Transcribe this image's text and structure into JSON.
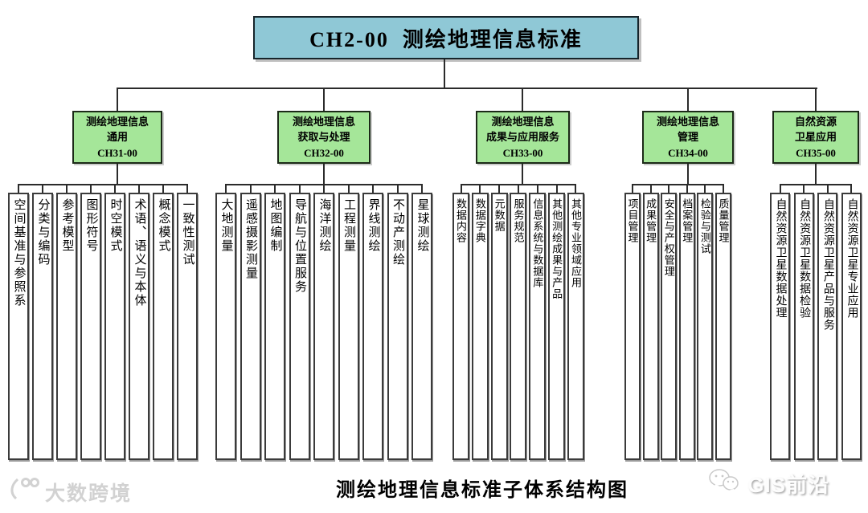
{
  "page": {
    "caption": "测绘地理信息标准子体系结构图",
    "background_color": "#ffffff",
    "root_color": "#8FC8D6",
    "group_color": "#A5E699"
  },
  "root": {
    "label": "CH2-00  测绘地理信息标准"
  },
  "groups": [
    {
      "code": "CH31-00",
      "title_lines": [
        "测绘地理信息",
        "通用",
        "CH31-00"
      ],
      "leaves": [
        "空间基准与参照系",
        "分类与编码",
        "参考模型",
        "图形符号",
        "时空模式",
        "术语、语义与本体",
        "概念模式",
        "一致性测试"
      ]
    },
    {
      "code": "CH32-00",
      "title_lines": [
        "测绘地理信息",
        "获取与处理",
        "CH32-00"
      ],
      "leaves": [
        "大地测量",
        "遥感摄影测量",
        "地图编制",
        "导航与位置服务",
        "海洋测绘",
        "工程测量",
        "界线测绘",
        "不动产测绘",
        "星球测绘"
      ]
    },
    {
      "code": "CH33-00",
      "title_lines": [
        "测绘地理信息",
        "成果与应用服务",
        "CH33-00"
      ],
      "leaves": [
        "数据内容",
        "数据字典",
        "元数据",
        "服务规范",
        "信息系统与数据库",
        "其他测绘成果与产品",
        "其他专业领域应用"
      ]
    },
    {
      "code": "CH34-00",
      "title_lines": [
        "测绘地理信息",
        "管理",
        "CH34-00"
      ],
      "leaves": [
        "项目管理",
        "成果管理",
        "安全与产权管理",
        "档案管理",
        "检验与测试",
        "质量管理"
      ]
    },
    {
      "code": "CH35-00",
      "title_lines": [
        "自然资源",
        "卫星应用",
        "CH35-00"
      ],
      "leaves": [
        "自然资源卫星数据处理",
        "自然资源卫星数据检验",
        "自然资源卫星产品与服务",
        "自然资源卫星专业应用"
      ]
    }
  ],
  "watermarks": {
    "left": {
      "icon": "bigdata-crossborder-logo-icon",
      "label": "大数跨境"
    },
    "right": {
      "icon": "wechat-icon",
      "label": "GIS前沿"
    }
  }
}
